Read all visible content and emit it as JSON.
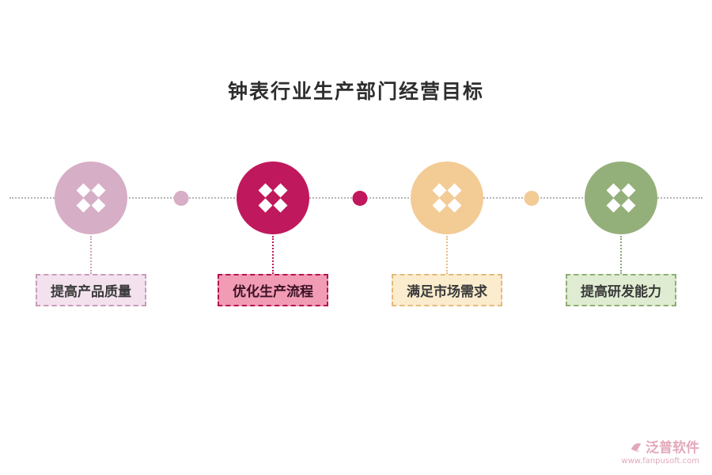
{
  "title": "钟表行业生产部门经营目标",
  "items": [
    {
      "label": "提高产品质量",
      "circle_color": "#d6aec6",
      "connector_color": "#c9a2bc",
      "label_bg": "#f3e2ee",
      "label_border": "#c99cba",
      "label_text_color": "#3a3a3a"
    },
    {
      "label": "优化生产流程",
      "circle_color": "#c0185c",
      "connector_color": "#c0185c",
      "label_bg": "#f19cb4",
      "label_border": "#b5134f",
      "label_text_color": "#3a1026"
    },
    {
      "label": "满足市场需求",
      "circle_color": "#f3cb95",
      "connector_color": "#e7bd80",
      "label_bg": "#fbeccd",
      "label_border": "#e3ba7e",
      "label_text_color": "#3a3a3a"
    },
    {
      "label": "提高研发能力",
      "circle_color": "#94b07a",
      "connector_color": "#8aa870",
      "label_bg": "#dfecd2",
      "label_border": "#8fae74",
      "label_text_color": "#3a3a3a"
    }
  ],
  "separator_dots": [
    {
      "color": "#d6aec6"
    },
    {
      "color": "#c0185c"
    },
    {
      "color": "#f3cb95"
    }
  ],
  "timeline_color": "#b5b5b5",
  "footer": {
    "brand": "泛普软件",
    "url": "www.fanpusoft.com",
    "color": "#e2a9ba"
  }
}
